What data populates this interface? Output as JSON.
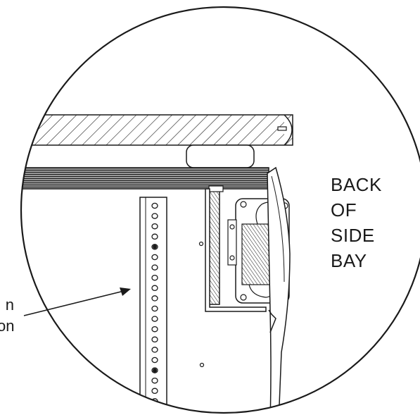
{
  "callout": {
    "lines": [
      "BACK",
      "OF",
      "SIDE",
      "BAY"
    ]
  },
  "cut_off_label": {
    "lines": [
      "n",
      "on"
    ]
  },
  "colors": {
    "line": "#1a1a1a",
    "background": "#ffffff"
  }
}
